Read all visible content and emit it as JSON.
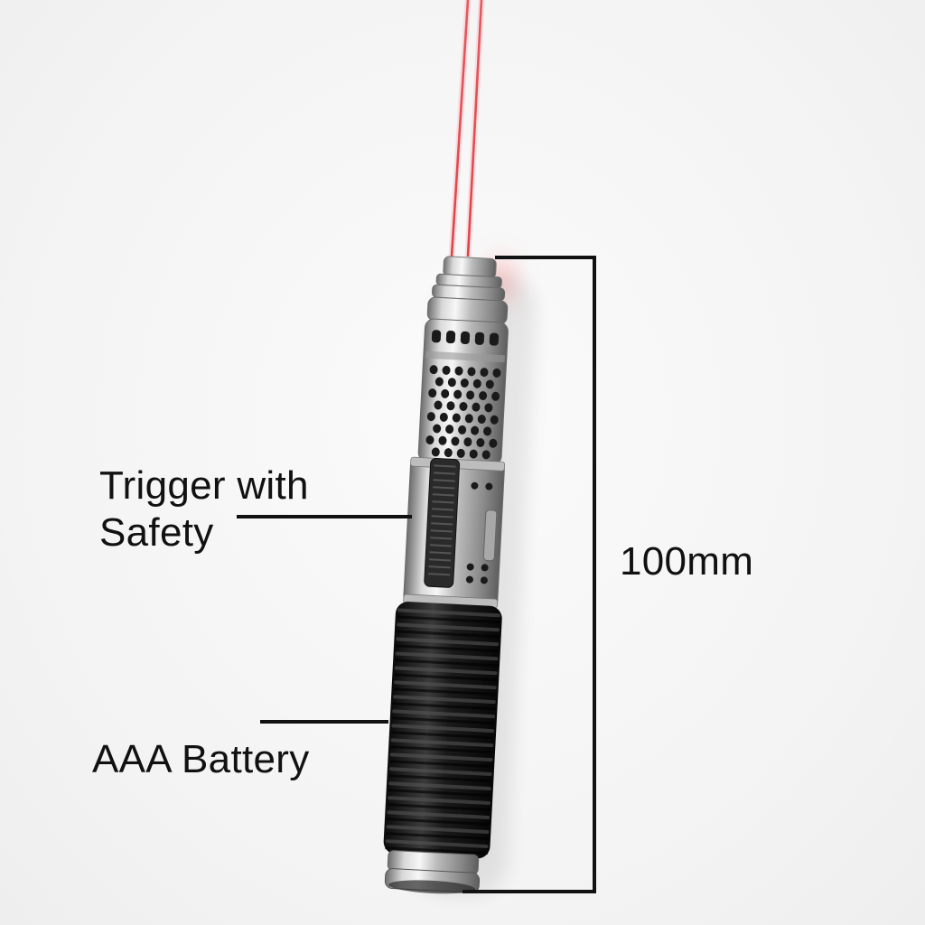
{
  "callouts": {
    "trigger_line1": "Trigger with",
    "trigger_line2": "Safety",
    "battery": "AAA Battery"
  },
  "dimension": {
    "length_label": "100mm"
  },
  "colors": {
    "laser": "#e0424a",
    "grip": "#1c1c1c",
    "metal": "#c9c9c9",
    "leader_line": "#111111"
  }
}
